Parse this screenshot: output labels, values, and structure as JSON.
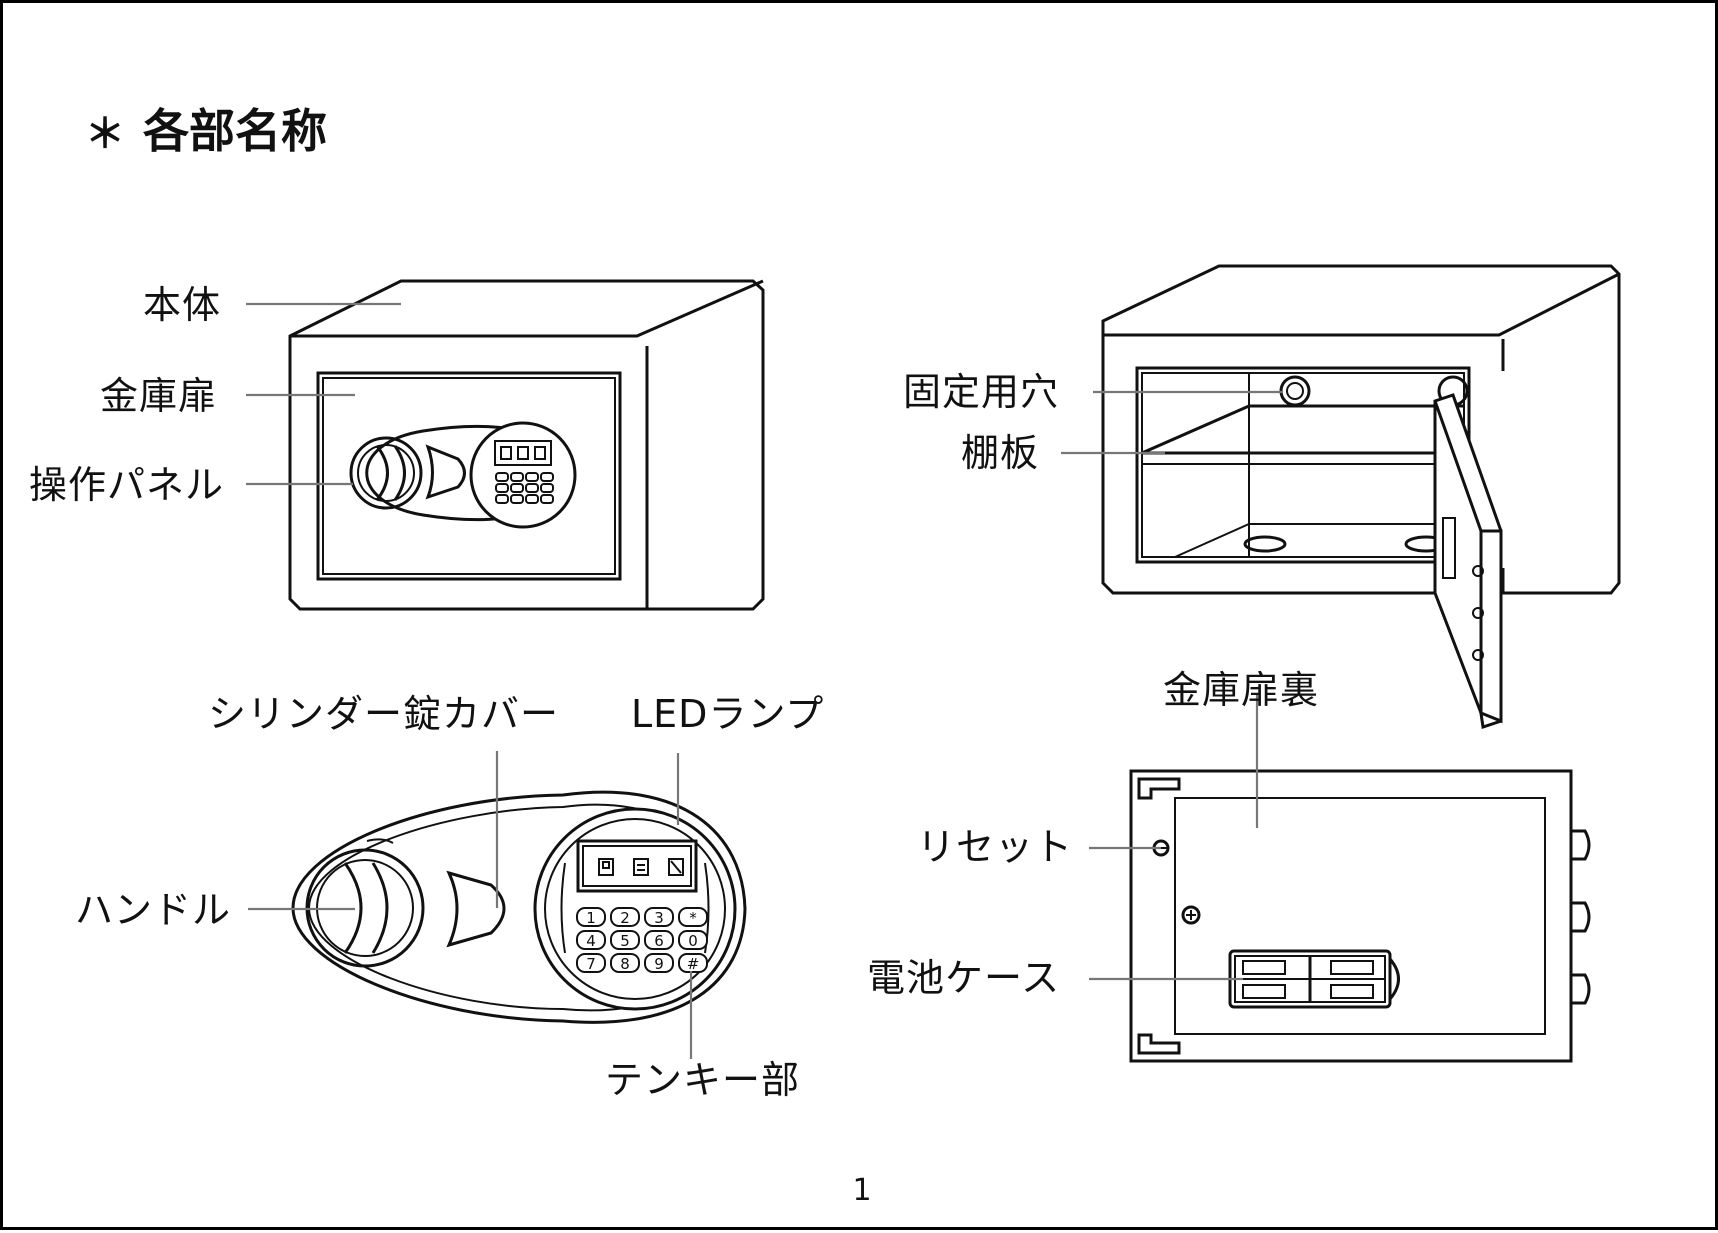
{
  "title": {
    "mark": "＊",
    "text": "各部名称"
  },
  "labels": {
    "body": "本体",
    "door": "金庫扉",
    "control_panel": "操作パネル",
    "mount_hole": "固定用穴",
    "shelf": "棚板",
    "cylinder_cover": "シリンダー錠カバー",
    "led_lamp": "LEDランプ",
    "handle": "ハンドル",
    "keypad": "テンキー部",
    "door_back": "金庫扉裏",
    "reset": "リセット",
    "battery_case": "電池ケース"
  },
  "keypad_keys": [
    "1",
    "2",
    "3",
    "*",
    "4",
    "5",
    "6",
    "0",
    "7",
    "8",
    "9",
    "#"
  ],
  "page_number": "1"
}
